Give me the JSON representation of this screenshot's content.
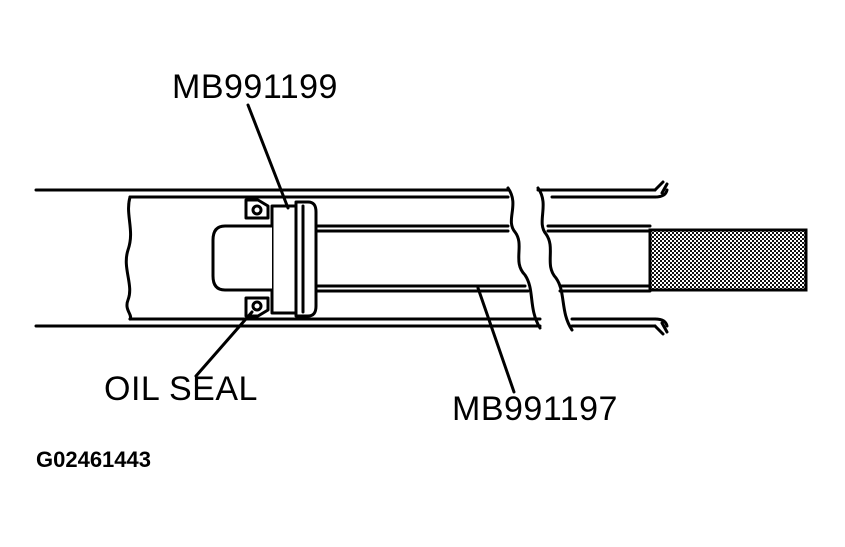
{
  "labels": {
    "tool_a": "MB991199",
    "oil_seal": "OIL SEAL",
    "tool_b": "MB991197",
    "figure_id": "G02461443"
  },
  "colors": {
    "line": "#000000",
    "background": "#ffffff",
    "knurl": "#1a1a1a"
  }
}
